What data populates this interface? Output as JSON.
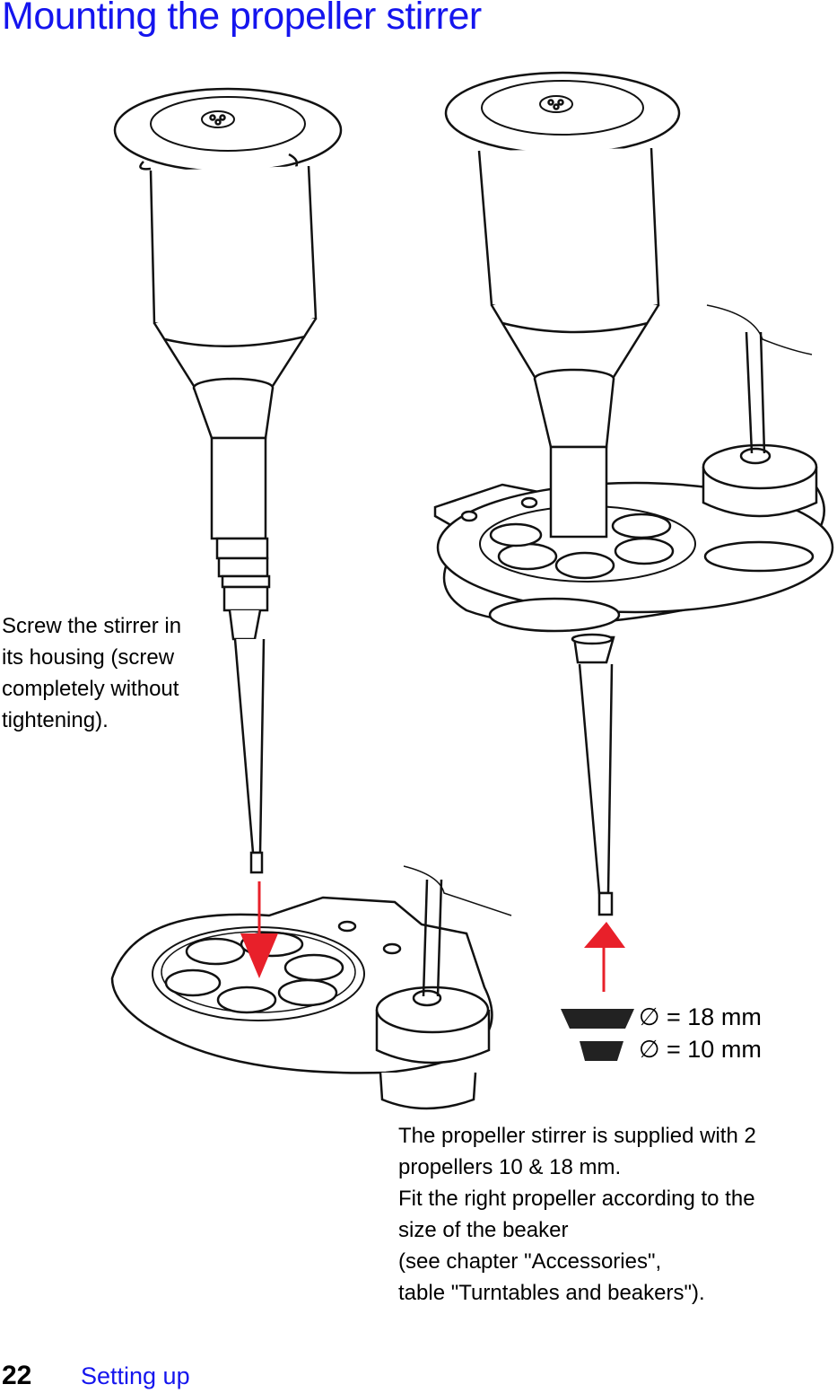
{
  "page": {
    "title": "Mounting the propeller stirrer",
    "instruction_left": [
      "Screw the stirrer in",
      "its housing (screw",
      "completely without",
      "tightening)."
    ],
    "instruction_right": [
      "The propeller stirrer is supplied with 2",
      "propellers 10 & 18 mm.",
      "Fit the right propeller according to the",
      "size of the beaker",
      "(see chapter \"Accessories\",",
      "table \"Turntables and beakers\")."
    ],
    "propeller_legend": [
      {
        "label": "∅ = 18 mm"
      },
      {
        "label": "∅ = 10 mm"
      }
    ],
    "footer": {
      "page_number": "22",
      "section": "Setting up"
    },
    "colors": {
      "heading_blue": "#1515ee",
      "arrow_red": "#e8202a"
    }
  }
}
